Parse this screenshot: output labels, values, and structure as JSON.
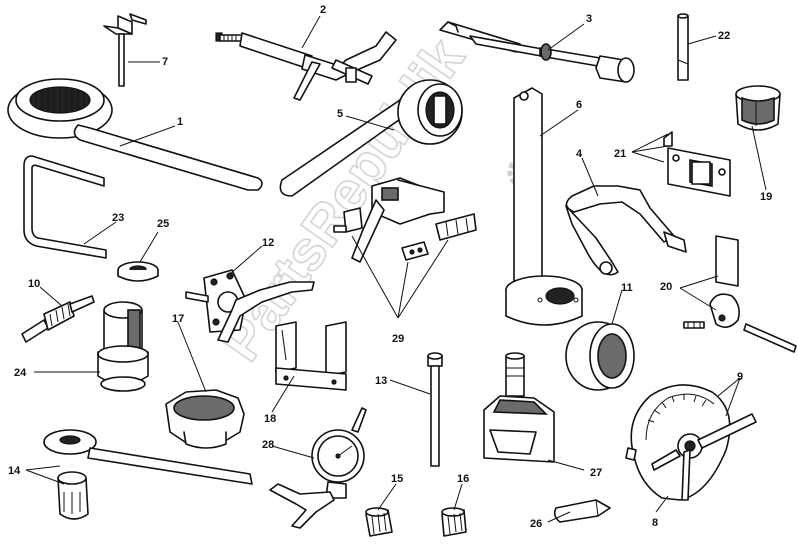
{
  "diagram": {
    "watermark": "PartsRepublik",
    "parts": [
      {
        "id": "p1",
        "number": "1",
        "icon": "ring-nut-wrench-icon"
      },
      {
        "id": "p2",
        "number": "2",
        "icon": "puller-tool-icon"
      },
      {
        "id": "p3",
        "number": "3",
        "icon": "rod-with-sleeve-icon"
      },
      {
        "id": "p4",
        "number": "4",
        "icon": "cranked-lever-icon"
      },
      {
        "id": "p5",
        "number": "5",
        "icon": "bearing-drift-icon"
      },
      {
        "id": "p6",
        "number": "6",
        "icon": "long-spanner-icon"
      },
      {
        "id": "p7",
        "number": "7",
        "icon": "bent-pin-icon"
      },
      {
        "id": "p8",
        "number": "8",
        "icon": "degree-wheel-pointer-icon"
      },
      {
        "id": "p9",
        "number": "9",
        "icon": "degree-wheel-icon"
      },
      {
        "id": "p10",
        "number": "10",
        "icon": "drift-punch-icon"
      },
      {
        "id": "p11",
        "number": "11",
        "icon": "bearing-ring-icon"
      },
      {
        "id": "p12",
        "number": "12",
        "icon": "flange-holder-icon"
      },
      {
        "id": "p13",
        "number": "13",
        "icon": "long-pin-icon"
      },
      {
        "id": "p14",
        "number": "14",
        "icon": "pin-wrench-with-socket-icon"
      },
      {
        "id": "p15",
        "number": "15",
        "icon": "knurled-plug-icon"
      },
      {
        "id": "p16",
        "number": "16",
        "icon": "knurled-plug-icon"
      },
      {
        "id": "p17",
        "number": "17",
        "icon": "octagonal-socket-icon"
      },
      {
        "id": "p18",
        "number": "18",
        "icon": "gauge-bracket-icon"
      },
      {
        "id": "p19",
        "number": "19",
        "icon": "split-bushing-icon"
      },
      {
        "id": "p20",
        "number": "20",
        "icon": "plate-and-clamp-icon"
      },
      {
        "id": "p21",
        "number": "21",
        "icon": "clamp-block-icon"
      },
      {
        "id": "p22",
        "number": "22",
        "icon": "short-pin-icon"
      },
      {
        "id": "p23",
        "number": "23",
        "icon": "bent-rod-icon"
      },
      {
        "id": "p24",
        "number": "24",
        "icon": "stepped-adapter-icon"
      },
      {
        "id": "p25",
        "number": "25",
        "icon": "split-washer-icon"
      },
      {
        "id": "p26",
        "number": "26",
        "icon": "tapered-pin-icon"
      },
      {
        "id": "p27",
        "number": "27",
        "icon": "bell-housing-tool-icon"
      },
      {
        "id": "p28",
        "number": "28",
        "icon": "dial-gauge-icon"
      },
      {
        "id": "p29",
        "number": "29",
        "icon": "chain-tool-kit-icon"
      }
    ]
  }
}
